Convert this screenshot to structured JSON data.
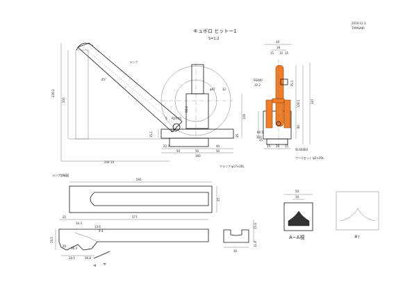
{
  "title_block": {
    "title": "キュボロ ヒットー1",
    "scale": "S=1:2",
    "date": "2019.12.1",
    "author": "T.MASAKI"
  },
  "main_view": {
    "part_label_ramp": "ランプ",
    "dim_height_total": "230.3",
    "dim_height_inner": "200",
    "dim_angle": "45°",
    "dim_base_length": "244.14",
    "dim_h1": "15.1",
    "dim_w1": "22.7",
    "dim_w2": "50",
    "dim_w3": "50",
    "dim_w4": "50",
    "dim_w5": "40",
    "dim_total_w": "160",
    "dim_h2": "100",
    "dim_h3": "25",
    "dim_r1": "R20.65",
    "dim_r2": "R15",
    "dim_phi": "φ47",
    "dim_5": "5",
    "dim_12": "12",
    "dim_68": "68.4",
    "note_clamp": "クランプ φ17×20L"
  },
  "side_view": {
    "dim_40": "40",
    "dim_18": "18",
    "dim_15a": "15",
    "dim_10": "10",
    "dim_15b": "15",
    "dim_ss400": "SS400",
    "dim_10_2": "10.2",
    "dim_128": "128.1",
    "dim_147": "147",
    "dim_75": "75.3",
    "dim_80": "80",
    "dim_80_5": "80.5",
    "dim_150": "150",
    "dim_15c": "15",
    "dim_25": "25",
    "dim_20": "20",
    "dim_15d": "15",
    "note_st": "St.SS400",
    "note_kn": "ワークセット φ3×20L"
  },
  "ramp_detail": {
    "label": "ランプ詳細図",
    "dim_top": "592",
    "dim_side": "25",
    "dim_bottom": "577",
    "dim_left": "25",
    "dim_a": "34.3",
    "dim_b": "13.6",
    "dim_c": "9.4",
    "dim_d": "15.5",
    "dim_e": "20",
    "dim_f": "36.3",
    "dim_g": "20.5",
    "dim_h": "36.8",
    "dim_i": "15.4",
    "dim_j": "30",
    "dim_k": "11.8",
    "section_mark_a": "A",
    "section_mark_a2": "A"
  },
  "section_view": {
    "dim_top": "50",
    "dim_inner": "14",
    "caption": "A−A視"
  },
  "small_view": {
    "caption": "溝寸"
  }
}
